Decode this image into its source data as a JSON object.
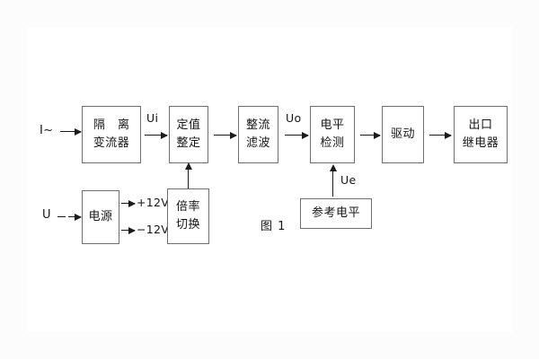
{
  "figure": {
    "caption": "图 1",
    "inputs": {
      "current_label": "I~",
      "voltage_label": "U"
    },
    "signals": {
      "ui": "Ui",
      "uo": "Uo",
      "ue": "Ue",
      "pos12": "+12V",
      "neg12": "−12V"
    },
    "blocks": [
      {
        "id": "isolation-transformer",
        "lines": [
          "隔 离",
          "变流器"
        ]
      },
      {
        "id": "setting-adjust",
        "lines": [
          "定值",
          "整定"
        ]
      },
      {
        "id": "rectify-filter",
        "lines": [
          "整流",
          "滤波"
        ]
      },
      {
        "id": "level-detect",
        "lines": [
          "电平",
          "检测"
        ]
      },
      {
        "id": "drive",
        "lines": [
          "驱动"
        ]
      },
      {
        "id": "output-relay",
        "lines": [
          "出口",
          "继电器"
        ]
      },
      {
        "id": "power-supply",
        "lines": [
          "电源"
        ]
      },
      {
        "id": "ratio-switch",
        "lines": [
          "倍率",
          "切换"
        ]
      },
      {
        "id": "reference-level",
        "lines": [
          "参考电平"
        ]
      }
    ],
    "colors": {
      "stroke": "#6f6f6f",
      "arrow": "#1b1b1b",
      "text": "#161616",
      "background": "#ffffff"
    }
  }
}
